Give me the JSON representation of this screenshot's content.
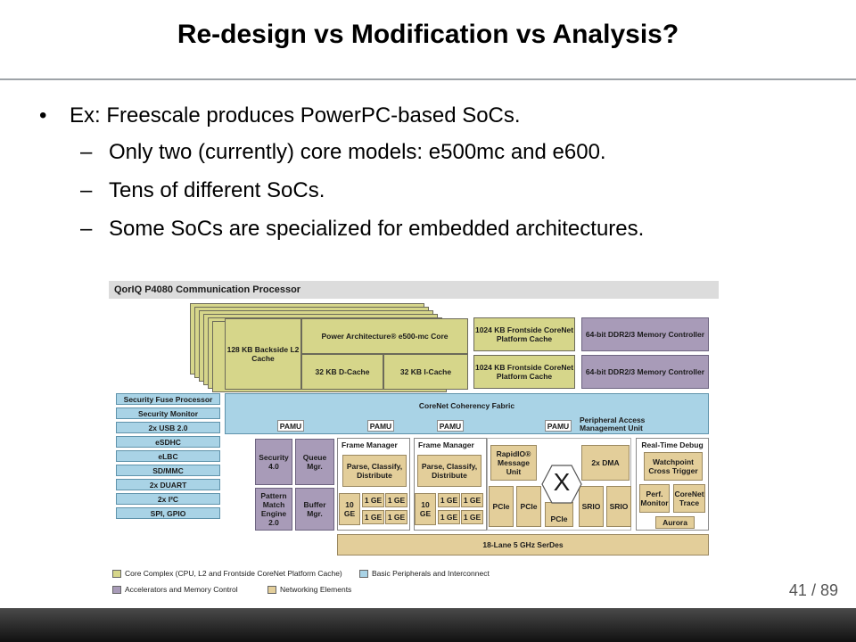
{
  "slide": {
    "title": "Re-design vs Modification vs Analysis?",
    "bullet": "•",
    "dash": "–",
    "main_bullet": "Ex: Freescale produces PowerPC-based SoCs.",
    "sub_bullets": [
      "Only two (currently) core models: e500mc and e600.",
      "Tens of different SoCs.",
      "Some SoCs are specialized for embedded architectures."
    ],
    "page_current": "41",
    "page_sep": "/",
    "page_total": "89"
  },
  "diagram": {
    "header": "QorIQ P4080 Communication Processor",
    "core": {
      "l2": "128 KB Backside L2 Cache",
      "arch": "Power Architecture® e500-mc Core",
      "dcache": "32 KB D-Cache",
      "icache": "32 KB I-Cache"
    },
    "platform_cache": [
      "1024 KB Frontside CoreNet Platform Cache",
      "1024 KB Frontside CoreNet Platform Cache"
    ],
    "memory_ctrl": [
      "64-bit DDR2/3 Memory Controller",
      "64-bit DDR2/3 Memory Controller"
    ],
    "left_peripherals": [
      "Security Fuse Processor",
      "Security Monitor",
      "2x USB 2.0",
      "eSDHC",
      "eLBC",
      "SD/MMC",
      "2x DUART",
      "2x I²C",
      "SPI, GPIO"
    ],
    "fabric": "CoreNet Coherency Fabric",
    "pamu": "PAMU",
    "peripheral_access": "Peripheral Access Management Unit",
    "security": "Security 4.0",
    "queue_mgr": "Queue Mgr.",
    "pattern_match": "Pattern Match Engine 2.0",
    "buffer_mgr": "Buffer Mgr.",
    "frame_manager": "Frame Manager",
    "parse": "Parse, Classify, Distribute",
    "ten_ge": "10 GE",
    "one_ge": "1 GE",
    "rapidio": "RapidIO® Message Unit",
    "dma": "2x DMA",
    "pcie": "PCIe",
    "srio": "SRIO",
    "xbar": "X",
    "debug_title": "Real-Time Debug",
    "watchpoint": "Watchpoint Cross Trigger",
    "perf_monitor": "Perf. Monitor",
    "corenet_trace": "CoreNet Trace",
    "aurora": "Aurora",
    "serdes": "18-Lane 5 GHz SerDes",
    "legend": [
      {
        "label": "Core Complex (CPU, L2 and Frontside CoreNet Platform Cache)",
        "color": "#d6d68a"
      },
      {
        "label": "Basic Peripherals and Interconnect",
        "color": "#a9d3e6"
      },
      {
        "label": "Accelerators and Memory Control",
        "color": "#a89bb8"
      },
      {
        "label": "Networking Elements",
        "color": "#e3ce9a"
      }
    ]
  }
}
